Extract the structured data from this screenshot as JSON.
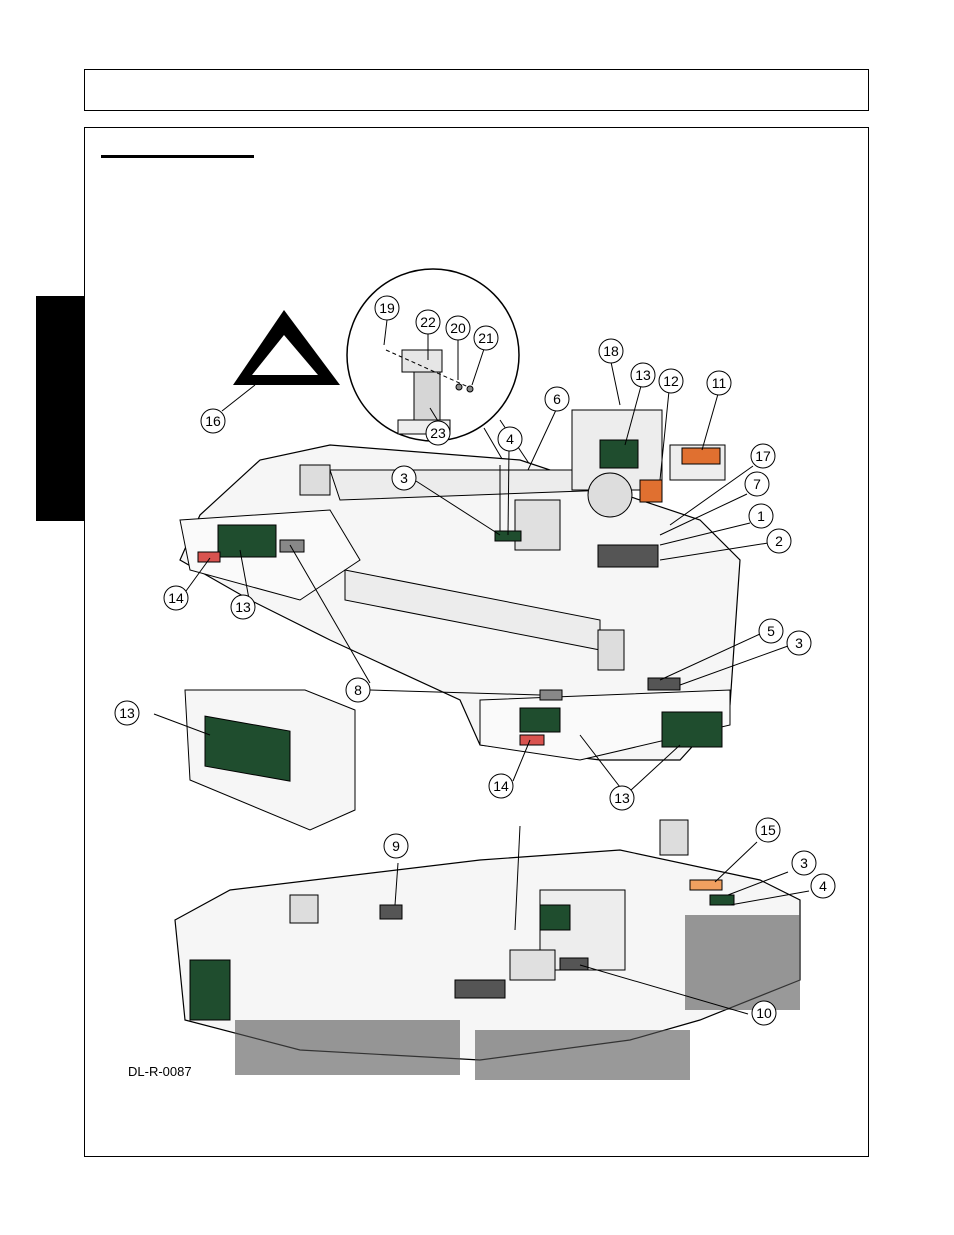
{
  "page": {
    "drawing_id": "DL-R-0087"
  },
  "callouts": [
    {
      "id": "c19",
      "label": "19"
    },
    {
      "id": "c22",
      "label": "22"
    },
    {
      "id": "c20",
      "label": "20"
    },
    {
      "id": "c21",
      "label": "21"
    },
    {
      "id": "c23",
      "label": "23"
    },
    {
      "id": "c16",
      "label": "16"
    },
    {
      "id": "c18",
      "label": "18"
    },
    {
      "id": "c13a",
      "label": "13"
    },
    {
      "id": "c12",
      "label": "12"
    },
    {
      "id": "c11",
      "label": "11"
    },
    {
      "id": "c6",
      "label": "6"
    },
    {
      "id": "c4a",
      "label": "4"
    },
    {
      "id": "c3a",
      "label": "3"
    },
    {
      "id": "c17",
      "label": "17"
    },
    {
      "id": "c7",
      "label": "7"
    },
    {
      "id": "c1",
      "label": "1"
    },
    {
      "id": "c2",
      "label": "2"
    },
    {
      "id": "c14a",
      "label": "14"
    },
    {
      "id": "c13b",
      "label": "13"
    },
    {
      "id": "c5",
      "label": "5"
    },
    {
      "id": "c3b",
      "label": "3"
    },
    {
      "id": "c8",
      "label": "8"
    },
    {
      "id": "c13c",
      "label": "13"
    },
    {
      "id": "c14b",
      "label": "14"
    },
    {
      "id": "c13d",
      "label": "13"
    },
    {
      "id": "c9",
      "label": "9"
    },
    {
      "id": "c15",
      "label": "15"
    },
    {
      "id": "c3c",
      "label": "3"
    },
    {
      "id": "c4b",
      "label": "4"
    },
    {
      "id": "c10",
      "label": "10"
    }
  ],
  "colors": {
    "ink": "#000000",
    "decal_green": "#1f4d2e",
    "decal_red": "#d9534f",
    "decal_orange": "#f0a060",
    "deck_fill": "#f4f4f4"
  }
}
